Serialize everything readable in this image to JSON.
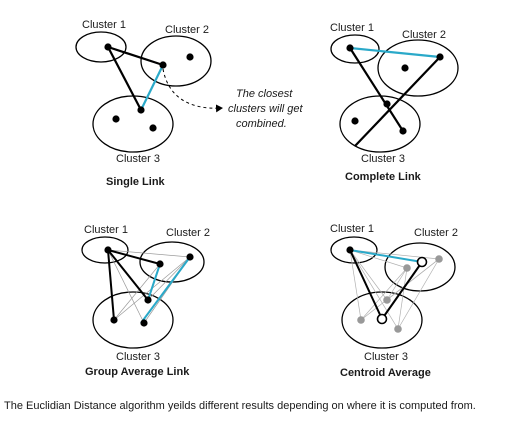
{
  "colors": {
    "ink": "#000000",
    "link": "#2aa9c9",
    "thin": "#9a9a9a",
    "grey_point": "#999999"
  },
  "panels": {
    "single": {
      "title": "Single Link",
      "cluster1": "Cluster 1",
      "cluster2": "Cluster 2",
      "cluster3": "Cluster 3",
      "note": [
        "The closest",
        "clusters will get",
        "combined."
      ]
    },
    "complete": {
      "title": "Complete Link",
      "cluster1": "Cluster 1",
      "cluster2": "Cluster 2",
      "cluster3": "Cluster 3"
    },
    "group": {
      "title": "Group Average Link",
      "cluster1": "Cluster 1",
      "cluster2": "Cluster 2",
      "cluster3": "Cluster 3"
    },
    "centroid": {
      "title": "Centroid Average",
      "cluster1": "Cluster 1",
      "cluster2": "Cluster 2",
      "cluster3": "Cluster 3"
    }
  },
  "caption": "The Euclidian Distance algorithm yeilds different results depending on where it is computed from."
}
